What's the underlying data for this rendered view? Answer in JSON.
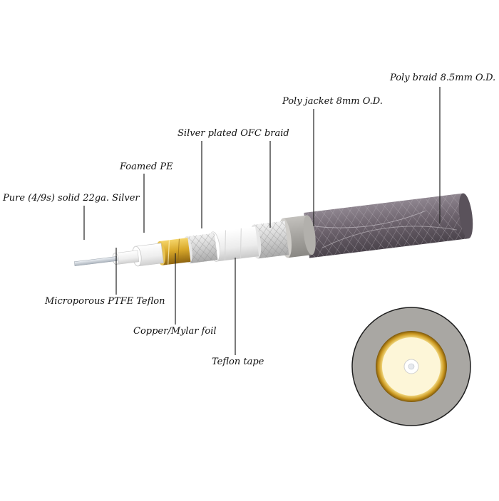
{
  "labels": {
    "poly_braid": "Poly braid 8.5mm O.D.",
    "poly_jacket": "Poly jacket 8mm O.D.",
    "silver_braid": "Silver plated OFC braid",
    "foamed_pe": "Foamed PE",
    "conductor": "Pure (4/9s) solid 22ga. Silver",
    "ptfe": "Microporous PTFE Teflon",
    "foil": "Copper/Mylar foil",
    "teflon_tape": "Teflon tape"
  },
  "colors": {
    "outer_braid": "#6f6570",
    "jacket": "#a9a7a3",
    "silver_braid": "#d8d8d8",
    "teflon_tape": "#f4f4f4",
    "foil_gold": "#d9a92b",
    "foamed_pe": "#f2f2f2",
    "ptfe": "#fafafa",
    "conductor": "#c9cfd6",
    "leader": "#222222"
  }
}
